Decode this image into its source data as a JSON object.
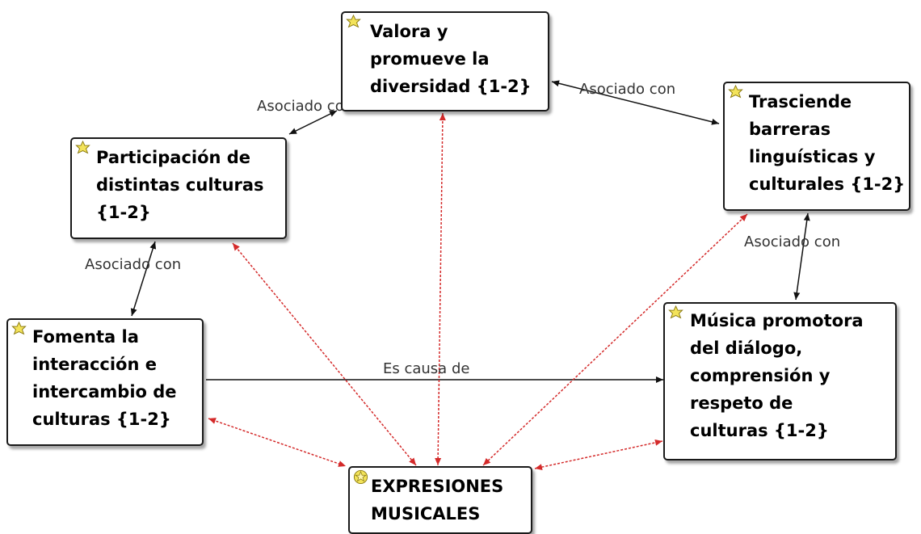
{
  "colors": {
    "node_border": "#1a1a1a",
    "association_edge": "#111111",
    "relation_edge": "#d42a2a",
    "icon_fill": "#f3e35a",
    "icon_stroke": "#8a7a10"
  },
  "nodes": {
    "valora": {
      "label": "Valora y\npromueve la\ndiversidad {1-2}",
      "icon": "concept-icon"
    },
    "participacion": {
      "label": "Participación de\ndistintas culturas\n{1-2}",
      "icon": "concept-icon"
    },
    "trasciende": {
      "label": "Trasciende\nbarreras\nlinguísticas y\nculturales {1-2}",
      "icon": "concept-icon"
    },
    "fomenta": {
      "label": "Fomenta la\ninteracción e\nintercambio de\nculturas {1-2}",
      "icon": "concept-icon"
    },
    "musica": {
      "label": "Música promotora\ndel diálogo,\ncomprensión y\nrespeto de\nculturas {1-2}",
      "icon": "concept-icon"
    },
    "expresiones": {
      "label": "EXPRESIONES\nMUSICALES",
      "icon": "core-concept-icon"
    }
  },
  "edge_labels": {
    "valora_participacion": "Asociado con",
    "valora_trasciende": "Asociado con",
    "participacion_fomenta": "Asociado con",
    "trasciende_musica": "Asociado con",
    "fomenta_musica": "Es causa de"
  }
}
